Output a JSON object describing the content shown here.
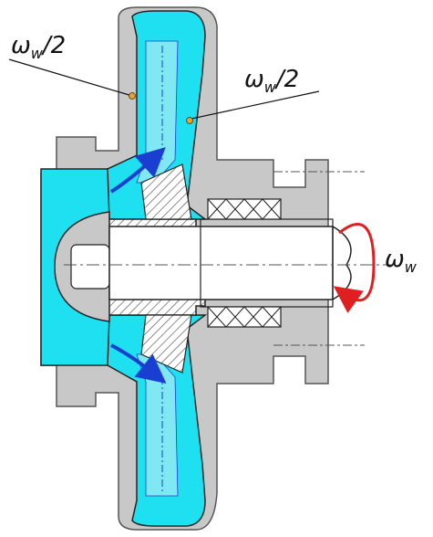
{
  "labels": {
    "omega_left": {
      "main": "ω",
      "sub": "w",
      "rest": "/2"
    },
    "omega_right": {
      "main": "ω",
      "sub": "w",
      "rest": "/2"
    },
    "omega_shaft": {
      "main": "ω",
      "sub": "w"
    }
  },
  "colors": {
    "fluid": "#1fe0f0",
    "casing": "#c8c8c8",
    "flow_arrow": "#1a3fd0",
    "rotation_arrow": "#e02020",
    "marker_dot": "#f0a020",
    "outline": "#222222"
  }
}
